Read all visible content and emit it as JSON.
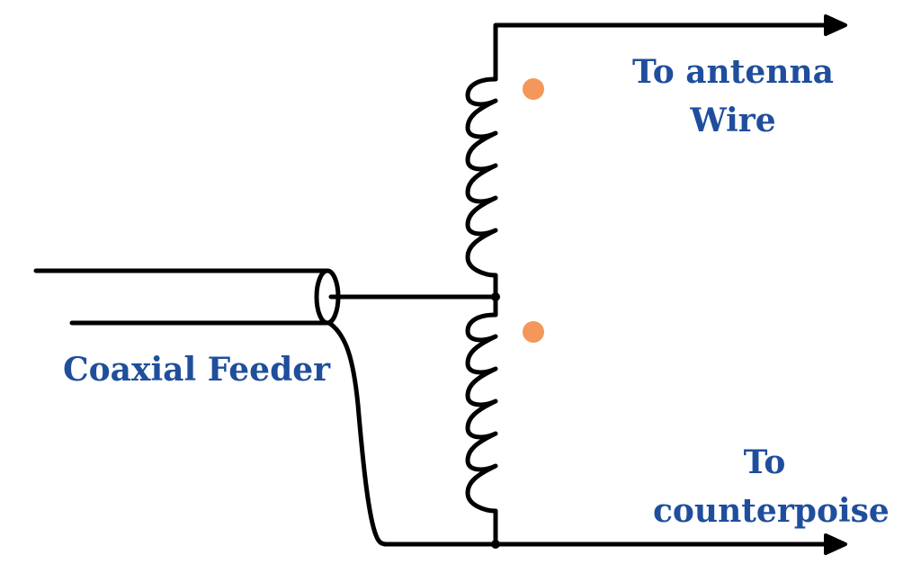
{
  "labels": {
    "antenna_line1": "To antenna",
    "antenna_line2": "Wire",
    "coax": "Coaxial Feeder",
    "counterpoise_line1": "To",
    "counterpoise_line2": "counterpoise"
  },
  "colors": {
    "wire": "#000000",
    "label": "#1f4e9c",
    "dot": "#f4975a"
  }
}
